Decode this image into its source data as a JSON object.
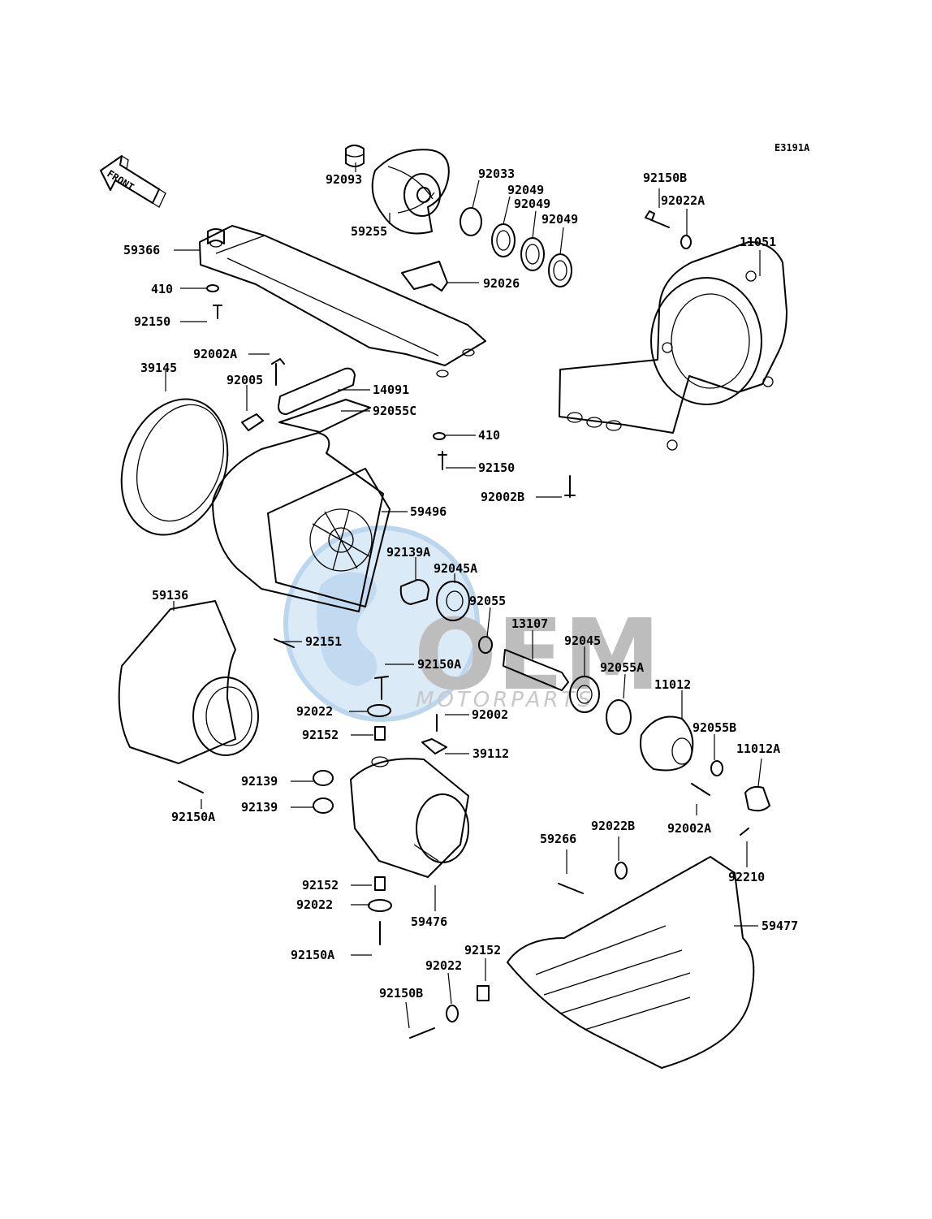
{
  "diagram_code": "E3191A",
  "front_arrow_label": "FRONT",
  "watermark": {
    "main": "OEM",
    "sub": "MOTORPARTS",
    "colors": {
      "globe": "#c9dff2",
      "text": "#b8b8b8"
    }
  },
  "labels": {
    "p92093": "92093",
    "p92033": "92033",
    "p92049a": "92049",
    "p92049b": "92049",
    "p92049c": "92049",
    "p59255": "59255",
    "p92150B_top": "92150B",
    "p92022A_top": "92022A",
    "p11051": "11051",
    "p59366": "59366",
    "p410_top": "410",
    "p92150_top": "92150",
    "p92026": "92026",
    "p92002A_top": "92002A",
    "p39145": "39145",
    "p92005": "92005",
    "p14091": "14091",
    "p92055C": "92055C",
    "p410_mid": "410",
    "p92150_mid": "92150",
    "p92002B": "92002B",
    "p59496": "59496",
    "p92139A": "92139A",
    "p92045A": "92045A",
    "p92055": "92055",
    "p59136": "59136",
    "p92151": "92151",
    "p13107": "13107",
    "p92045": "92045",
    "p92150A_mid": "92150A",
    "p92055A": "92055A",
    "p11012": "11012",
    "p92022_a": "92022",
    "p92002": "92002",
    "p92055B": "92055B",
    "p92152_a": "92152",
    "p39112": "39112",
    "p11012A": "11012A",
    "p92139_a": "92139",
    "p92139_b": "92139",
    "p92002A_low": "92002A",
    "p92150A_left": "92150A",
    "p92022B": "92022B",
    "p59266": "59266",
    "p92210": "92210",
    "p92152_b": "92152",
    "p92022_b": "92022",
    "p59476": "59476",
    "p59477": "59477",
    "p92150A_bottom": "92150A",
    "p92152_c": "92152",
    "p92022_c": "92022",
    "p92150B_bottom": "92150B"
  }
}
